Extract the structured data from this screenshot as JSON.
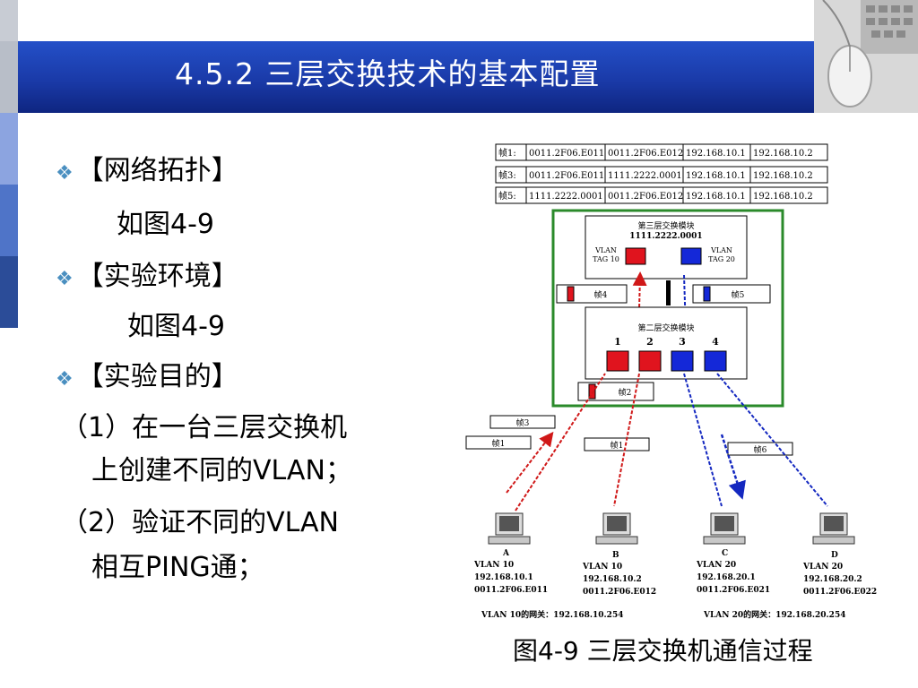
{
  "header": {
    "title": "4.5.2  三层交换技术的基本配置"
  },
  "sections": [
    {
      "bullet": "❖",
      "heading": "【网络拓扑】",
      "body": "如图4-9"
    },
    {
      "bullet": "❖",
      "heading": "【实验环境】",
      "body": "如图4-9"
    },
    {
      "bullet": "❖",
      "heading": "【实验目的】"
    }
  ],
  "objectives": [
    {
      "line1": "（1）在一台三层交换机",
      "line2": "上创建不同的VLAN；"
    },
    {
      "line1": "（2）验证不同的VLAN",
      "line2": "相互PING通；"
    }
  ],
  "diagram": {
    "frame_table": [
      [
        "帧1:",
        "0011.2F06.E011",
        "0011.2F06.E012",
        "192.168.10.1",
        "192.168.10.2"
      ],
      [
        "帧3:",
        "0011.2F06.E011",
        "1111.2222.0001",
        "192.168.10.1",
        "192.168.10.2"
      ],
      [
        "帧5:",
        "1111.2222.0001",
        "0011.2F06.E012",
        "192.168.10.1",
        "192.168.10.2"
      ]
    ],
    "l3_module": {
      "label": "第三层交换模块",
      "mac": "1111.2222.0001"
    },
    "vlan_left": {
      "line1": "VLAN",
      "line2": "TAG 10"
    },
    "vlan_right": {
      "line1": "VLAN",
      "line2": "TAG 20"
    },
    "l2_module": {
      "label": "第二层交换模块"
    },
    "ports": [
      "1",
      "2",
      "3",
      "4"
    ],
    "frame_tags": {
      "f4": "帧4",
      "f5": "帧5",
      "f2": "帧2",
      "f3": "帧3",
      "f1a": "帧1",
      "f1b": "帧1",
      "f6": "帧6"
    },
    "hosts": [
      {
        "name": "A",
        "vlan": "VLAN 10",
        "ip": "192.168.10.1",
        "mac": "0011.2F06.E011"
      },
      {
        "name": "B",
        "vlan": "VLAN 10",
        "ip": "192.168.10.2",
        "mac": "0011.2F06.E012"
      },
      {
        "name": "C",
        "vlan": "VLAN 20",
        "ip": "192.168.20.1",
        "mac": "0011.2F06.E021"
      },
      {
        "name": "D",
        "vlan": "VLAN 20",
        "ip": "192.168.20.2",
        "mac": "0011.2F06.E022"
      }
    ],
    "gateway10": "VLAN 10的网关：192.168.10.254",
    "gateway20": "VLAN 20的网关：192.168.20.254"
  },
  "caption": "图4-9  三层交换机通信过程",
  "colors": {
    "title_bar": "#1a3aa8",
    "vlan10": "#e0141e",
    "vlan20": "#1428d8",
    "frame_border": "#2a8a2a",
    "bullet": "#4a8fc0"
  }
}
